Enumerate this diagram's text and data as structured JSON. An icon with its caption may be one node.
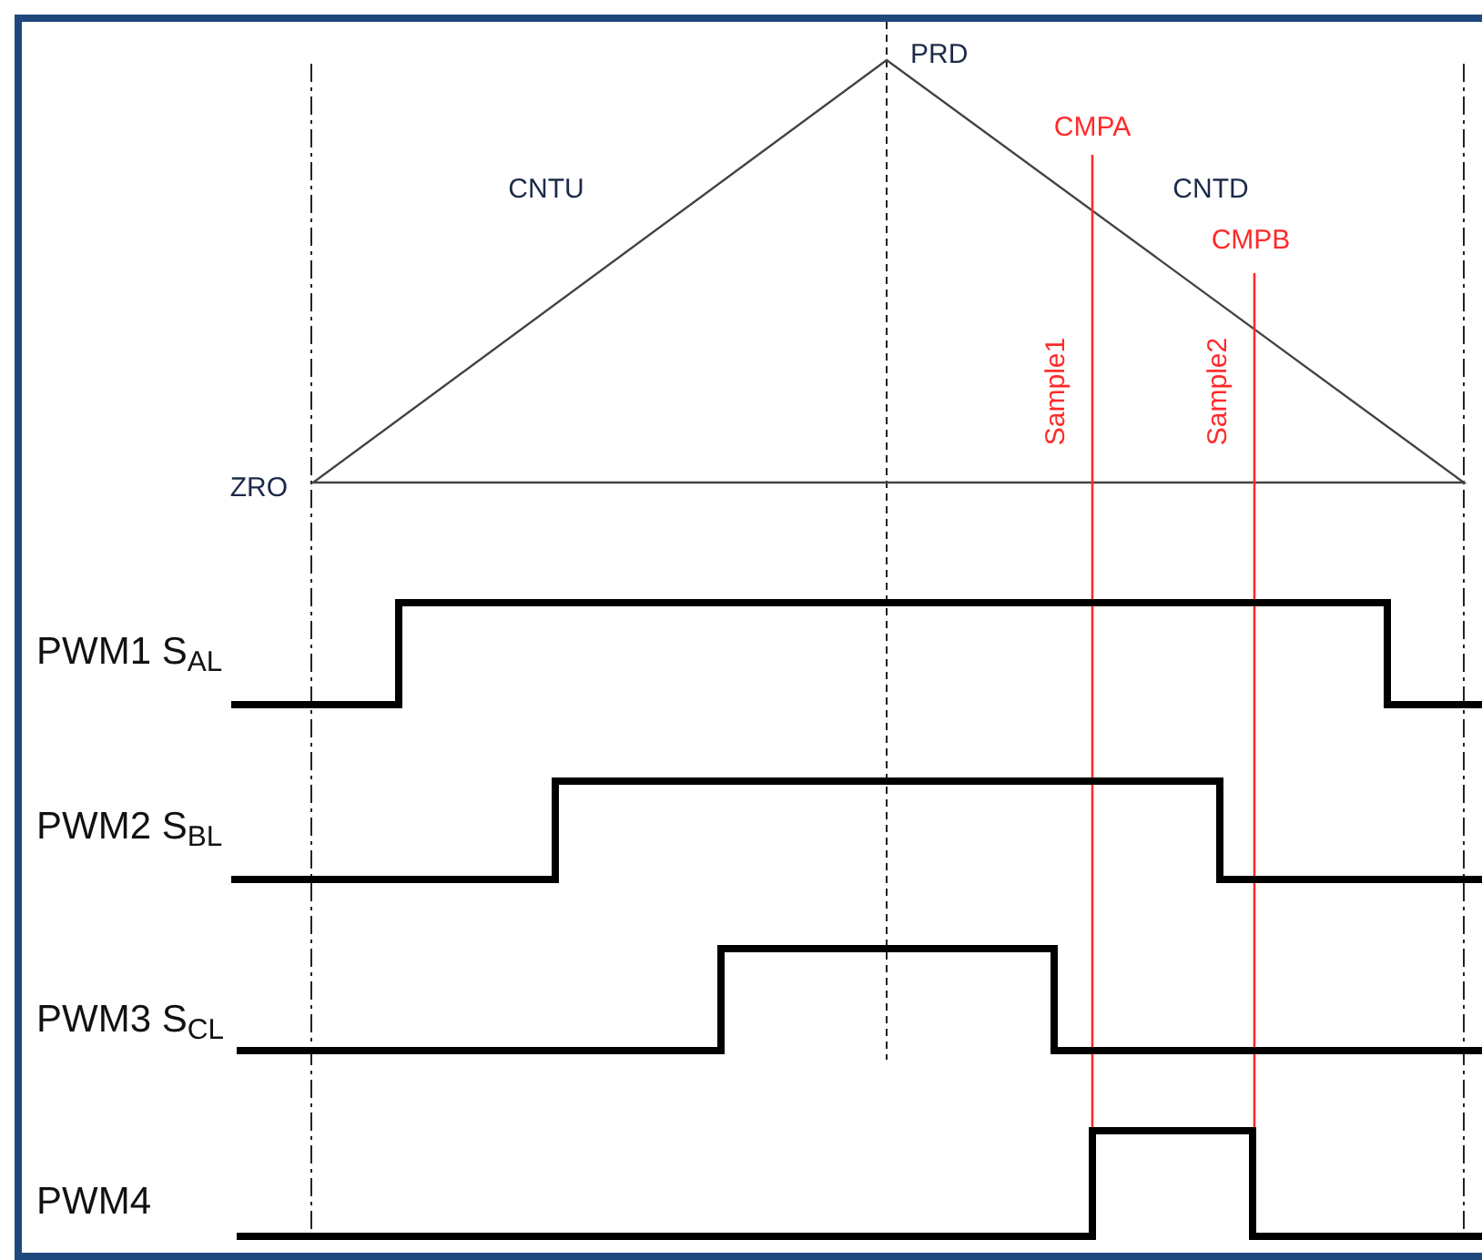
{
  "diagram": {
    "labels": [
      "PRD",
      "CMPA",
      "CNTU",
      "CNTD",
      "CMPB",
      "Sample1",
      "Sample2",
      "ZRO",
      "PWM1 S$_{AL}$",
      "PWM2 S$_{BL}$",
      "PWM3 S$_{CL}$",
      "PWM4"
    ]
  }
}
